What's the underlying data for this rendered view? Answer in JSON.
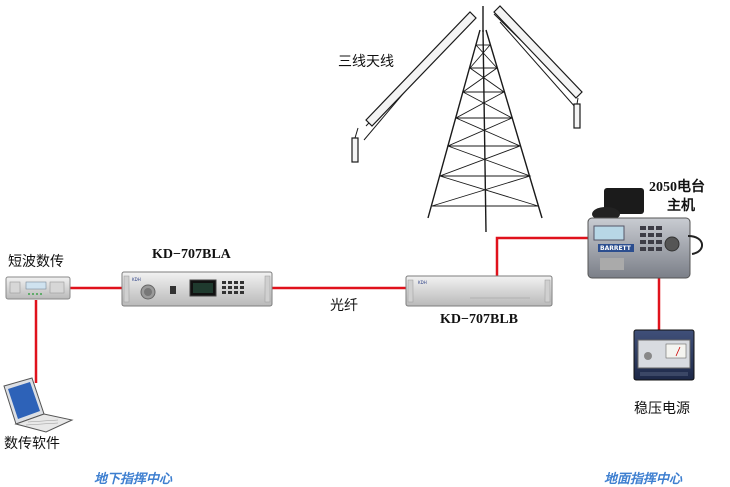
{
  "labels": {
    "antenna": "三线天线",
    "shortwave": "短波数传",
    "kd707bla": "KD−707BLA",
    "fiber": "光纤",
    "kd707blb": "KD−707BLB",
    "radio_line1": "2050电台",
    "radio_line2": "主机",
    "power": "稳压电源",
    "software": "数传软件",
    "device_brand": "KDH",
    "radio_brand": "BARRETT"
  },
  "sites": {
    "underground": "地下指挥中心",
    "ground": "地面指挥中心"
  },
  "colors": {
    "link": "#e0121c",
    "site_text": "#3e7fd0"
  }
}
